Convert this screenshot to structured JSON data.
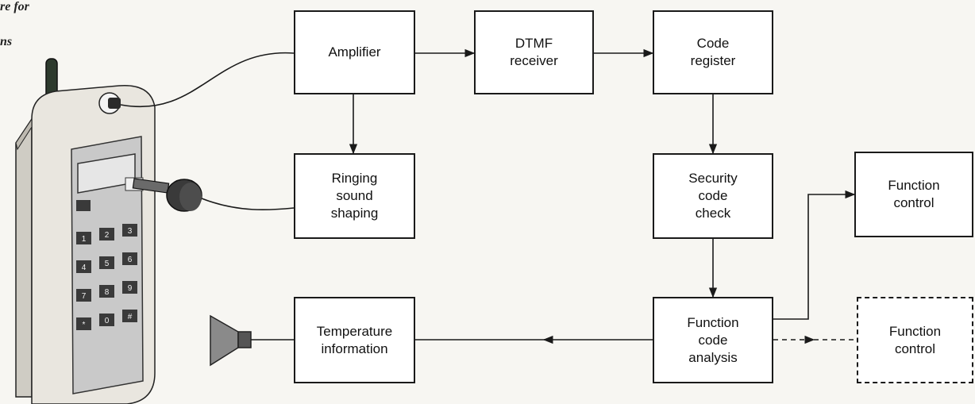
{
  "caption": [
    "re for",
    "ns"
  ],
  "blocks": {
    "amplifier": "Amplifier",
    "dtmf": "DTMF\nreceiver",
    "code_register": "Code\nregister",
    "ringing": "Ringing\nsound\nshaping",
    "security": "Security\ncode\ncheck",
    "function_control_1": "Function\ncontrol",
    "temperature": "Temperature\ninformation",
    "function_analysis": "Function\ncode\nanalysis",
    "function_control_2": "Function\ncontrol"
  },
  "keypad": [
    "1",
    "2",
    "3",
    "4",
    "5",
    "6",
    "7",
    "8",
    "9",
    "*",
    "0",
    "#"
  ],
  "colors": {
    "background": "#f7f6f2",
    "line": "#1a1a1a",
    "phone_body": "#e9e6df",
    "keypad_panel": "#c9c9c9",
    "key": "#3a3a3a"
  }
}
